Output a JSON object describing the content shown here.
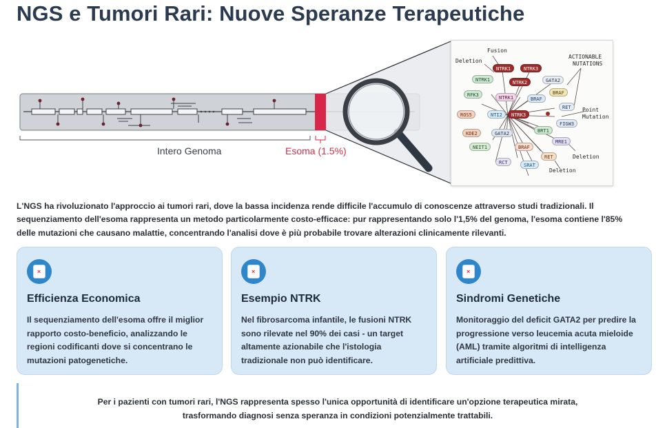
{
  "page": {
    "title": "NGS e Tumori Rari: Nuove Speranze Terapeutiche"
  },
  "figure": {
    "genome_label": "Intero Genoma",
    "exome_label": "Esoma (1.5%)",
    "network": {
      "labels": {
        "fusion": "Fusion",
        "deletion_top": "Deletion",
        "actionable_1": "ACTIONABLE",
        "actionable_2": "NUTATIONS",
        "point_1": "Point",
        "point_2": "Mutation",
        "deletion_right": "Deletion",
        "deletion_bottom": "Deletion"
      },
      "genes": [
        {
          "id": "ntrk1a",
          "label": "NTRK1",
          "color": "#9c2b2b",
          "text": "#ffffff"
        },
        {
          "id": "ntrk3a",
          "label": "NTRK3",
          "color": "#9c2b2b",
          "text": "#ffffff"
        },
        {
          "id": "ntrk1b",
          "label": "NTRK1",
          "color": "#cfe9d2",
          "text": "#1d4d2a"
        },
        {
          "id": "ntrk2",
          "label": "NTRK2",
          "color": "#9c2b2b",
          "text": "#ffffff"
        },
        {
          "id": "gata2a",
          "label": "GATA2",
          "color": "#e8eef6",
          "text": "#1f2d3d"
        },
        {
          "id": "rfk3",
          "label": "RFK3",
          "color": "#cfe9d2",
          "text": "#1d4d2a"
        },
        {
          "id": "ntrk1c",
          "label": "NTRK1",
          "color": "#f2d7e8",
          "text": "#5a1a44"
        },
        {
          "id": "braf1",
          "label": "BRAF",
          "color": "#f3e7b5",
          "text": "#4a3d10"
        },
        {
          "id": "braf2",
          "label": "BRAF",
          "color": "#dbe8f5",
          "text": "#1f3b5c"
        },
        {
          "id": "ros5",
          "label": "ROS5",
          "color": "#f4d2c0",
          "text": "#6b2a10"
        },
        {
          "id": "nti2",
          "label": "NTI2",
          "color": "#d7ecf8",
          "text": "#1b4f73"
        },
        {
          "id": "ntrk3b",
          "label": "NTRK3",
          "color": "#9c2b2b",
          "text": "#ffffff"
        },
        {
          "id": "ret1",
          "label": "RET",
          "color": "#e3ecf7",
          "text": "#1f3b5c"
        },
        {
          "id": "figw3",
          "label": "FIGW3",
          "color": "#e1e9f4",
          "text": "#243a55"
        },
        {
          "id": "kde2",
          "label": "KDE2",
          "color": "#f4d2c0",
          "text": "#6b2a10"
        },
        {
          "id": "gata2b",
          "label": "GATA2",
          "color": "#dfe7f3",
          "text": "#1f2d3d"
        },
        {
          "id": "brt1",
          "label": "BRT1",
          "color": "#cfe9d2",
          "text": "#1d4d2a"
        },
        {
          "id": "neit",
          "label": "NEIT1",
          "color": "#d8ecd5",
          "text": "#264b22"
        },
        {
          "id": "mre1",
          "label": "MRE1",
          "color": "#e3e0f3",
          "text": "#3a2f66"
        },
        {
          "id": "braf3",
          "label": "BRAF",
          "color": "#f7dccf",
          "text": "#6b2a10"
        },
        {
          "id": "ret2",
          "label": "RET",
          "color": "#f6dfc9",
          "text": "#6b3a10"
        },
        {
          "id": "rct",
          "label": "RCT",
          "color": "#e6e3f3",
          "text": "#3a2f66"
        },
        {
          "id": "srat",
          "label": "SRAT",
          "color": "#d7ecf8",
          "text": "#1b4f73"
        }
      ]
    }
  },
  "intro": "L'NGS ha rivoluzionato l'approccio ai tumori rari, dove la bassa incidenza rende difficile l'accumulo di conoscenze attraverso studi tradizionali. Il sequenziamento dell'esoma rappresenta un metodo particolarmente costo-efficace: pur rappresentando solo l'1,5% del genoma, l'esoma contiene l'85% delle mutazioni che causano malattie, concentrando l'analisi dove è più probabile trovare alterazioni clinicamente rilevanti.",
  "cards": [
    {
      "icon": "document-icon",
      "title": "Efficienza Economica",
      "body": "Il sequenziamento dell'esoma offre il miglior rapporto costo-beneficio, analizzando le regioni codificanti dove si concentrano le mutazioni patogenetiche."
    },
    {
      "icon": "document-icon",
      "title": "Esempio NTRK",
      "body": "Nel fibrosarcoma infantile, le fusioni NTRK sono rilevate nel 90% dei casi - un target altamente azionabile che l'istologia tradizionale non può identificare."
    },
    {
      "icon": "document-icon",
      "title": "Sindromi Genetiche",
      "body": "Monitoraggio del deficit GATA2 per predire la progressione verso leucemia acuta mieloide (AML) tramite algoritmi di intelligenza artificiale predittiva."
    }
  ],
  "callout": "Per i pazienti con tumori rari, l'NGS rappresenta spesso l'unica opportunità di identificare un'opzione terapeutica mirata, trasformando diagnosi senza speranza in condizioni potenzialmente trattabili.",
  "colors": {
    "title": "#2b3a4e",
    "exome_highlight": "#d7264a",
    "card_bg": "#d7e8f6",
    "badge": "#2f86c8",
    "callout_border": "#7fb3df"
  }
}
